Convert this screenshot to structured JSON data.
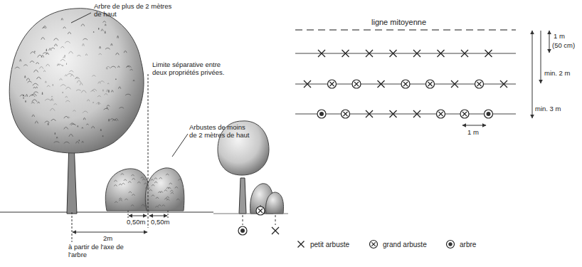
{
  "diagram": {
    "labels": [
      "Arbre de plus de 2 mètres de haut",
      "Limite séparative entre deux propriétés privées.",
      "Arbustes de moins de 2 mètres de haut",
      "0,50m",
      "0,50m",
      "2m",
      "à partir de l'axe de l'arbre",
      "ligne mitoyenne",
      "1 m",
      "(50 cm)",
      "min. 2 m",
      "min. 3 m",
      "1 m"
    ],
    "legend": [
      {
        "text": "petit arbuste"
      },
      {
        "text": "grand arbuste"
      },
      {
        "text": "arbre"
      }
    ]
  }
}
